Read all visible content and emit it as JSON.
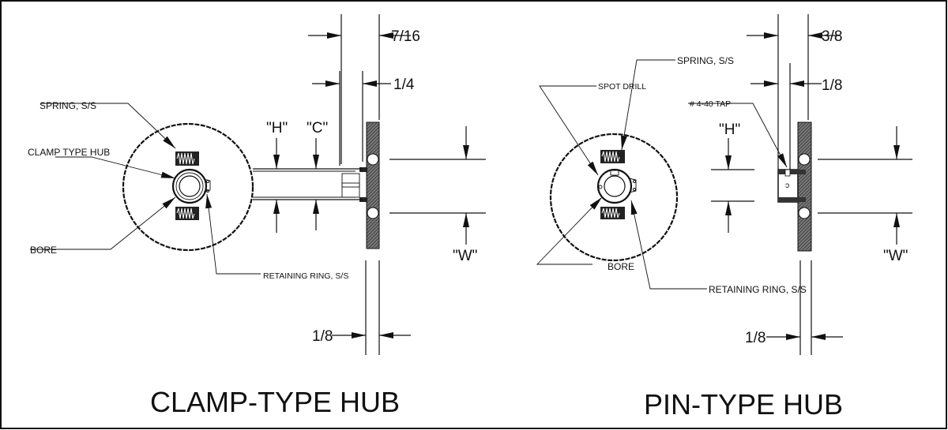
{
  "clamp_view": {
    "title": "CLAMP-TYPE HUB",
    "labels": {
      "spring": "SPRING, S/S",
      "hub": "CLAMP TYPE HUB",
      "bore": "BORE",
      "retaining_ring": "RETAINING RING, S/S"
    },
    "dims": {
      "top": "7/16",
      "mid": "1/4",
      "bottom": "1/8",
      "h": "\"H\"",
      "c": "\"C\"",
      "w": "\"W\""
    }
  },
  "pin_view": {
    "title": "PIN-TYPE HUB",
    "labels": {
      "spot_drill": "SPOT DRILL",
      "spring": "SPRING, S/S",
      "tap": "# 4-40 TAP",
      "bore": "BORE",
      "retaining_ring": "RETAINING RING, S/S"
    },
    "dims": {
      "top": "3/8",
      "mid": "1/8",
      "bottom": "1/8",
      "h": "\"H\"",
      "w": "\"W\""
    }
  }
}
